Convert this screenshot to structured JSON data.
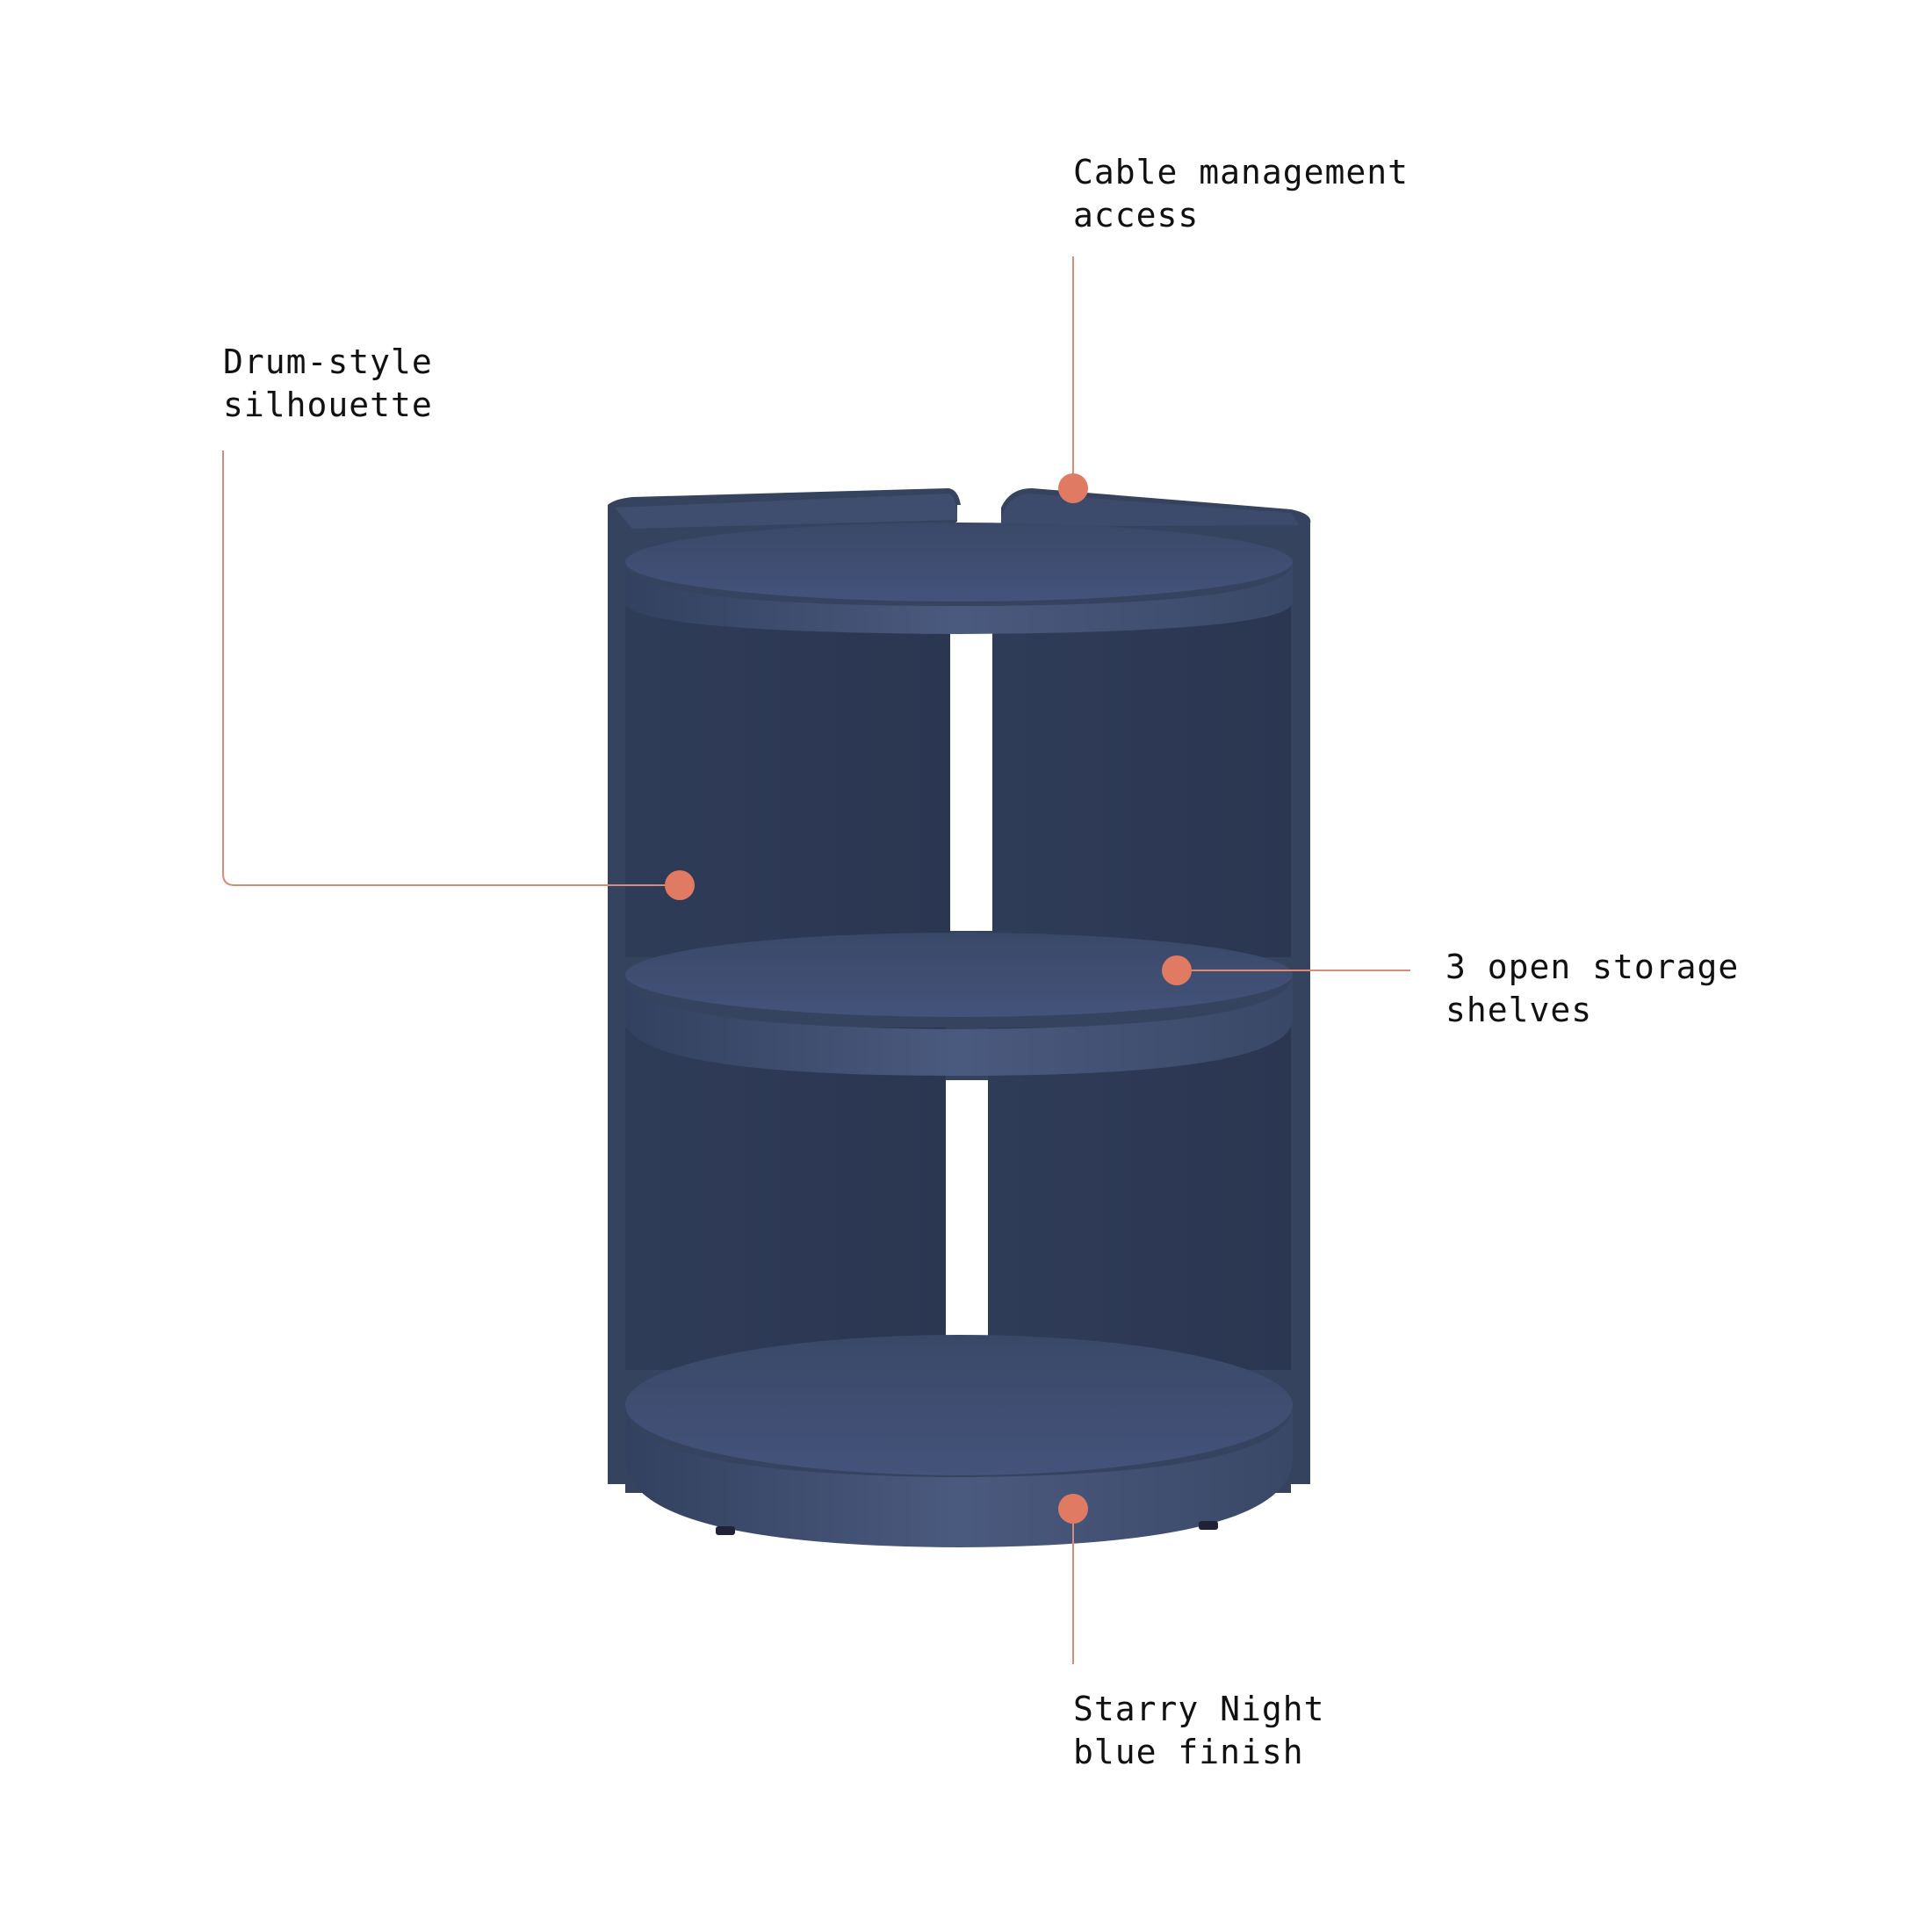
{
  "callouts": {
    "cable_management": {
      "line1": "Cable management",
      "line2": "access"
    },
    "drum_style": {
      "line1": "Drum-style",
      "line2": "silhouette"
    },
    "storage_shelves": {
      "line1": "3 open storage",
      "line2": "shelves"
    },
    "finish": {
      "line1": "Starry Night",
      "line2": "blue finish"
    }
  },
  "colors": {
    "accent": "#e07a62",
    "leader_line": "#d98b7a",
    "furniture_dark": "#2d3a55",
    "furniture_mid": "#3b4a6b",
    "furniture_light": "#4a5b80"
  }
}
